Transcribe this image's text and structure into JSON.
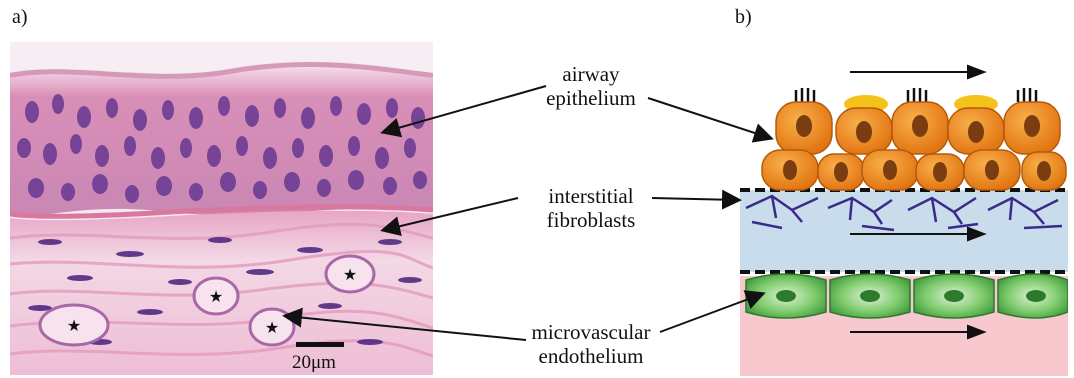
{
  "panels": {
    "a_label": "a)",
    "b_label": "b)"
  },
  "callouts": {
    "airway": [
      "airway",
      "epithelium"
    ],
    "fibroblasts": [
      "interstitial",
      "fibroblasts"
    ],
    "endothelium": [
      "microvascular",
      "endothelium"
    ]
  },
  "scale_bar": {
    "label": "20μm"
  },
  "colors": {
    "tissue_pink": "#e8a9c4",
    "nucleus_purple": "#5b2a86",
    "epithelial_orange": "#f28a1e",
    "endothelial_green": "#4fae4f",
    "interstitium_blue": "#c9dcec",
    "lumen_pink": "#f7c9cf"
  }
}
